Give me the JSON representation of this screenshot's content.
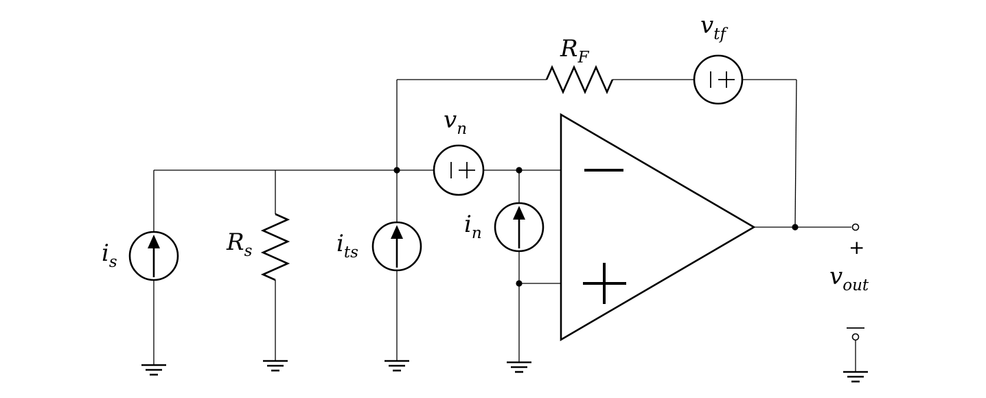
{
  "labels": {
    "R_F": {
      "base": "R",
      "sub": "F"
    },
    "v_tf": {
      "base": "v",
      "sub": "tf"
    },
    "v_n": {
      "base": "v",
      "sub": "n"
    },
    "i_s": {
      "base": "i",
      "sub": "s"
    },
    "R_s": {
      "base": "R",
      "sub": "s"
    },
    "i_ts": {
      "base": "i",
      "sub": "ts"
    },
    "i_n": {
      "base": "i",
      "sub": "n"
    },
    "v_out": {
      "base": "v",
      "sub": "out"
    }
  },
  "output_polarity": {
    "plus": "+",
    "minus": "−"
  },
  "icons": {
    "current_source": "circle-with-up-arrow-icon",
    "voltage_source": "circle-with-plus-minus-icon",
    "resistor": "zigzag-resistor-icon",
    "ground": "ground-icon",
    "opamp": "opamp-triangle-icon"
  }
}
